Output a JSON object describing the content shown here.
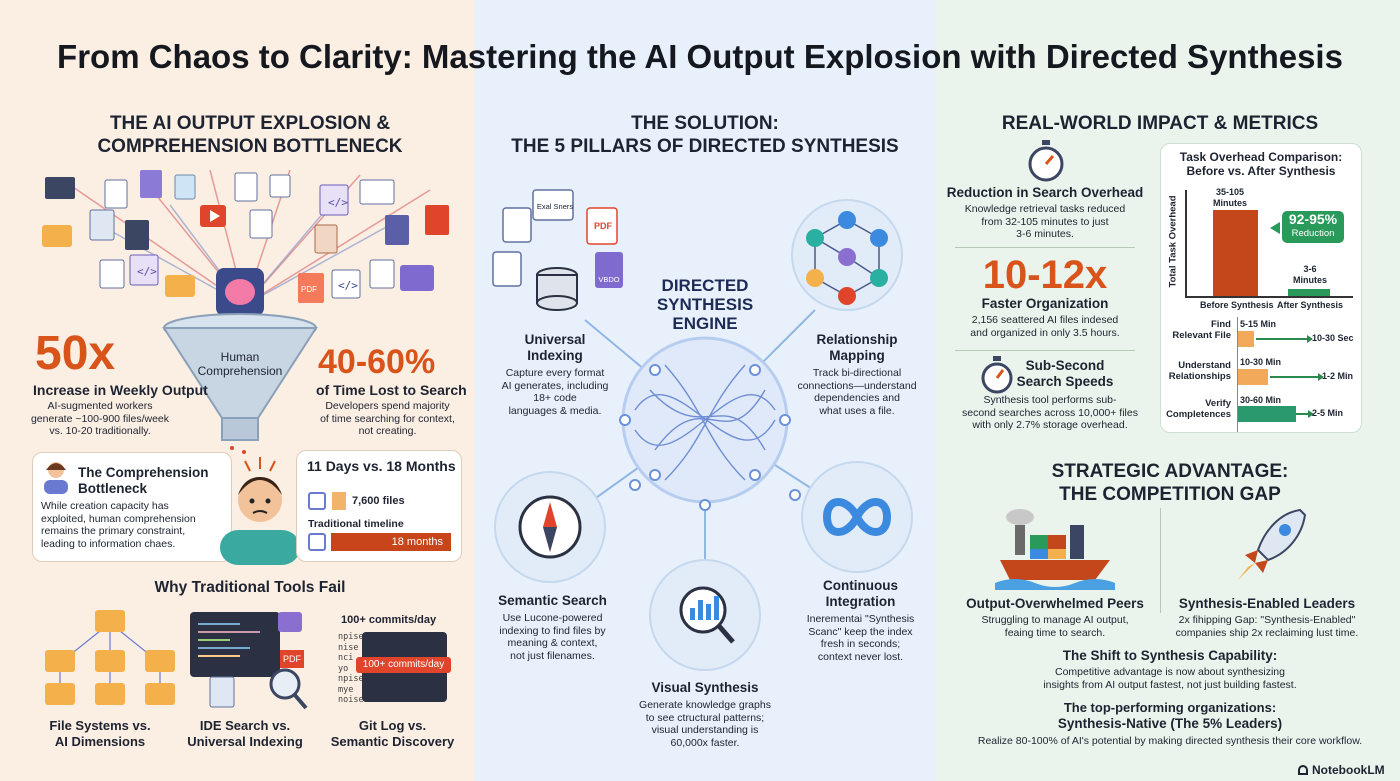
{
  "title": "From Chaos to Clarity: Mastering the AI Output Explosion with Directed Synthesis",
  "colors": {
    "orange": "#d9541a",
    "green": "#2a9a5a",
    "navy": "#1d2330",
    "left_bg": "#fbeee3",
    "mid_bg": "#e8f1fb",
    "right_bg": "#eaf4ec"
  },
  "left": {
    "title_line1": "THE AI OUTPUT EXPLOSION &",
    "title_line2": "COMPREHENSION BOTTLENECK",
    "funnel_label_1": "Human",
    "funnel_label_2": "Comprehension",
    "stat1": {
      "value": "50x",
      "label": "Increase in Weekly Output",
      "desc1": "AI-sugmented workers",
      "desc2": "generate ~100-900 files/week",
      "desc3": "vs. 10-20 traditionally."
    },
    "stat2": {
      "value": "40-60%",
      "label": "of Time Lost to Search",
      "desc1": "Developers spend majority",
      "desc2": "of time searching for context,",
      "desc3": "not creating."
    },
    "bottleneck": {
      "title1": "The Comprehension",
      "title2": "Bottleneck",
      "desc1": "While creation capacity has",
      "desc2": "exploited, human comprehension",
      "desc3": "remains the primary constraint,",
      "desc4": "leading to information chaes."
    },
    "timeline": {
      "title": "11 Days vs. 18 Months",
      "files": "7,600 files",
      "traditional": "Traditional timeline",
      "months": "18 months"
    },
    "tools_title": "Why Traditional Tools Fail",
    "tool1": {
      "line1": "File Systems vs.",
      "line2": "AI Dimensions"
    },
    "tool2": {
      "line1": "IDE Search vs.",
      "line2": "Universal Indexing",
      "badge": "PDF"
    },
    "tool3": {
      "top": "100+ commits/day",
      "badge": "100+ commits/day",
      "line1": "Git Log vs.",
      "line2": "Semantic Discovery",
      "noise": [
        "npise",
        "nise",
        "nci",
        "yo",
        "npise",
        "mye",
        "noise"
      ]
    }
  },
  "middle": {
    "title_line1": "THE SOLUTION:",
    "title_line2": "THE 5 PILLARS OF DIRECTED SYNTHESIS",
    "engine_line1": "DIRECTED",
    "engine_line2": "SYNTHESIS",
    "engine_line3": "ENGINE",
    "icon_labels": {
      "excel": "Exal Sners",
      "pdf": "PDF",
      "video": "VBDO"
    },
    "p1": {
      "t1": "Universal",
      "t2": "Indexing",
      "d1": "Capture every format",
      "d2": "AI generates, including",
      "d3": "18+ code",
      "d4": "languages & media."
    },
    "p2": {
      "t1": "Relationship",
      "t2": "Mapping",
      "d1": "Track bi-directional",
      "d2": "connections—understand",
      "d3": "dependencies and",
      "d4": "what uses a file."
    },
    "p3": {
      "t1": "Semantic Search",
      "d1": "Use Lucone-powered",
      "d2": "indexing to find files by",
      "d3": "meaning & context,",
      "d4": "not just filenames."
    },
    "p4": {
      "t1": "Continuous",
      "t2": "Integration",
      "d1": "Inerementai \"Synthesis",
      "d2": "Scanc\" keep the index",
      "d3": "fresh in seconds;",
      "d4": "context never lost."
    },
    "p5": {
      "t1": "Visual Synthesis",
      "d1": "Generate knowledge graphs",
      "d2": "to see ctructural patterns;",
      "d3": "visual understanding is",
      "d4": "60,000x faster."
    }
  },
  "right": {
    "title": "REAL-WORLD IMPACT & METRICS",
    "m1": {
      "title": "Reduction in Search Overhead",
      "d1": "Knowledge retrieval tasks reduced",
      "d2": "from 32-105 minutes to just",
      "d3": "3-6 minutes."
    },
    "m2": {
      "value": "10-12x",
      "title": "Faster Organization",
      "d1": "2,156 seattered AI files indesed",
      "d2": "and organized in only 3.5 hours."
    },
    "m3": {
      "t1": "Sub-Second",
      "t2": "Search Speeds",
      "d1": "Synthesis tool performs sub-",
      "d2": "second searches across 10,000+ files",
      "d3": "with only 2.7% storage overhead."
    },
    "comparison": {
      "title1": "Task Overhead Comparison:",
      "title2": "Before vs. After Synthesis",
      "ylabel": "Total Task Overhead",
      "before_val1": "35-105",
      "before_val2": "Minutes",
      "after_val1": "3-6",
      "after_val2": "Minutes",
      "badge1": "92-95%",
      "badge2": "Reduction",
      "xbefore": "Before Synthesis",
      "xafter": "After Synthesis",
      "rows": [
        {
          "l1": "Find",
          "l2": "Relevant File",
          "before": "5-15 Min",
          "after": "10-30 Sec"
        },
        {
          "l1": "Understand",
          "l2": "Relationships",
          "before": "10-30 Min",
          "after": "1-2 Min"
        },
        {
          "l1": "Verify",
          "l2": "Completences",
          "before": "30-60 Min",
          "after": "2-5 Min"
        }
      ]
    },
    "strategic_line1": "STRATEGIC ADVANTAGE:",
    "strategic_line2": "THE COMPETITION GAP",
    "peers": {
      "t": "Output-Overwhelmed Peers",
      "d1": "Struggling to manage AI output,",
      "d2": "feaing time to search."
    },
    "leaders": {
      "t": "Synthesis-Enabled Leaders",
      "d1": "2x fihipping Gap: \"Synthesis-Enabled\"",
      "d2": "companies ship 2x  reclaiming lust time."
    },
    "shift": {
      "t": "The Shift to Synthesis Capability:",
      "d1": "Competitive advantage is now about synthesizing",
      "d2": "insights from AI output fastest, not just building fastest."
    },
    "top": {
      "t1": "The top-performing organizations:",
      "t2": "Synthesis-Native (The 5% Leaders)",
      "d": "Realize 80-100% of AI's potential by making directed synthesis their core workflow."
    },
    "brand": "NotebookLM"
  }
}
